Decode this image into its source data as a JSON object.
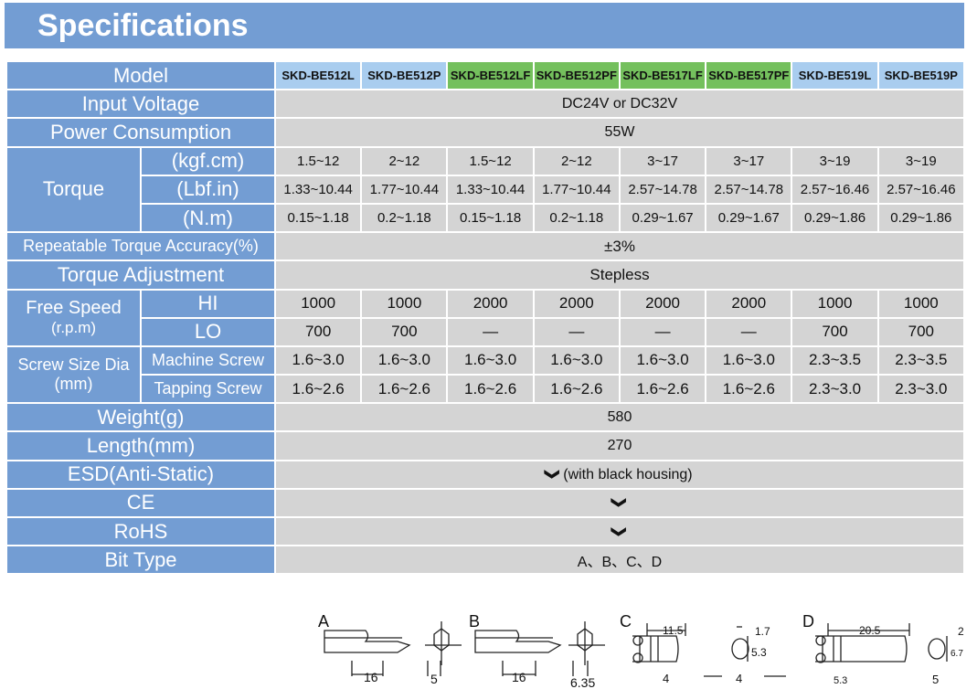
{
  "title": "Specifications",
  "labels": {
    "model": "Model",
    "input_voltage": "Input Voltage",
    "power": "Power Consumption",
    "torque": "Torque",
    "kgf": "(kgf.cm)",
    "lbf": "(Lbf.in)",
    "nm": "(N.m)",
    "accuracy": "Repeatable Torque Accuracy(%)",
    "adjustment": "Torque Adjustment",
    "free_speed": "Free Speed",
    "rpm": "(r.p.m)",
    "hi": "HI",
    "lo": "LO",
    "screw_size": "Screw Size Dia",
    "mm": "(mm)",
    "machine": "Machine Screw",
    "tapping": "Tapping Screw",
    "weight": "Weight(g)",
    "length": "Length(mm)",
    "esd": "ESD(Anti-Static)",
    "ce": "CE",
    "rohs": "RoHS",
    "bit_type": "Bit Type"
  },
  "models": [
    "SKD-BE512L",
    "SKD-BE512P",
    "SKD-BE512LF",
    "SKD-BE512PF",
    "SKD-BE517LF",
    "SKD-BE517PF",
    "SKD-BE519L",
    "SKD-BE519P"
  ],
  "shared": {
    "input_voltage": "DC24V or DC32V",
    "power": "55W",
    "accuracy": "±3%",
    "adjustment": "Stepless",
    "weight": "580",
    "length": "270",
    "esd_mark": "❯",
    "esd_note": "(with black housing)",
    "ce": "❯",
    "rohs": "❯",
    "bit_type": "A、B、C、D"
  },
  "kgf": [
    "1.5~12",
    "2~12",
    "1.5~12",
    "2~12",
    "3~17",
    "3~17",
    "3~19",
    "3~19"
  ],
  "lbf": [
    "1.33~10.44",
    "1.77~10.44",
    "1.33~10.44",
    "1.77~10.44",
    "2.57~14.78",
    "2.57~14.78",
    "2.57~16.46",
    "2.57~16.46"
  ],
  "nm": [
    "0.15~1.18",
    "0.2~1.18",
    "0.15~1.18",
    "0.2~1.18",
    "0.29~1.67",
    "0.29~1.67",
    "0.29~1.86",
    "0.29~1.86"
  ],
  "hi": [
    "1000",
    "1000",
    "2000",
    "2000",
    "2000",
    "2000",
    "1000",
    "1000"
  ],
  "lo": [
    "700",
    "700",
    "—",
    "—",
    "—",
    "—",
    "700",
    "700"
  ],
  "machine": [
    "1.6~3.0",
    "1.6~3.0",
    "1.6~3.0",
    "1.6~3.0",
    "1.6~3.0",
    "1.6~3.0",
    "2.3~3.5",
    "2.3~3.5"
  ],
  "tapping": [
    "1.6~2.6",
    "1.6~2.6",
    "1.6~2.6",
    "1.6~2.6",
    "1.6~2.6",
    "1.6~2.6",
    "2.3~3.0",
    "2.3~3.0"
  ],
  "bits": {
    "a": {
      "label": "A",
      "len": "16",
      "dia": "5"
    },
    "b": {
      "label": "B",
      "len": "16",
      "dia": "6.35"
    },
    "c": {
      "label": "C",
      "len": "11.5",
      "w": "1.7",
      "h": "5.3",
      "s1": "4",
      "s2": "4"
    },
    "d": {
      "label": "D",
      "len": "20.5",
      "w": "2",
      "h": "6.7",
      "s1": "5.3",
      "s2": "5"
    }
  },
  "colors": {
    "header": "#739dd3",
    "model_blue": "#a9cdef",
    "model_green": "#74c05d",
    "cell": "#d4d4d4"
  }
}
